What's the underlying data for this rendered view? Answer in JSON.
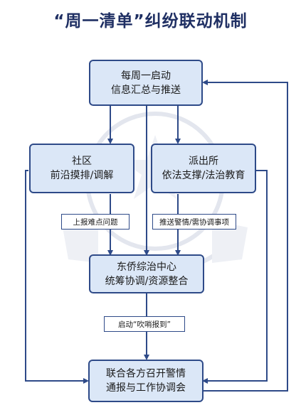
{
  "title": "“周一清单”纠纷联动机制",
  "nodes": {
    "weekly_start": {
      "line1": "每周一启动",
      "line2": "信息汇总与推送"
    },
    "community": {
      "line1": "社区",
      "line2": "前沿摸排/调解"
    },
    "police_station": {
      "line1": "派出所",
      "line2": "依法支撑/法治教育"
    },
    "center": {
      "line1": "东侨综治中心",
      "line2": "统筹协调/资源整合"
    },
    "joint_meeting": {
      "line1": "联合各方召开警情",
      "line2": "通报与工作协调会"
    }
  },
  "edge_labels": {
    "report_issues": "上报难点问题",
    "push_police": "推送警情/需协调事项",
    "whistle": "启动“吹哨报到”"
  },
  "colors": {
    "box_fill": "#dbe7f7",
    "border": "#2e4a88",
    "arrow": "#2e4a88",
    "title": "#1f2f63"
  }
}
